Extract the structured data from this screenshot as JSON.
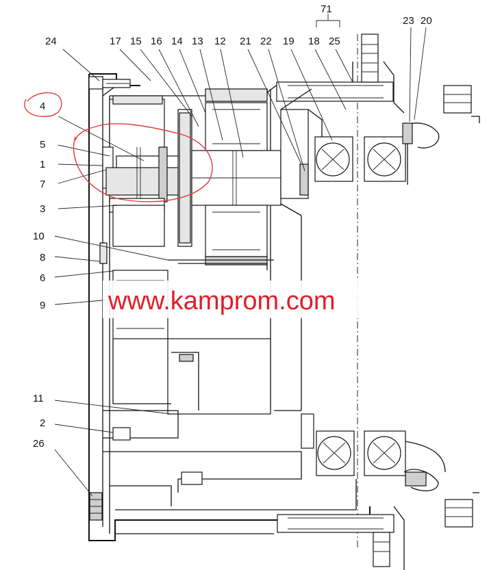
{
  "labels": {
    "l71": "71",
    "l24": "24",
    "l17": "17",
    "l15": "15",
    "l16": "16",
    "l14": "14",
    "l13": "13",
    "l12": "12",
    "l21": "21",
    "l22": "22",
    "l19": "19",
    "l18": "18",
    "l25": "25",
    "l23": "23",
    "l20": "20",
    "l4": "4",
    "l5": "5",
    "l1": "1",
    "l7": "7",
    "l3": "3",
    "l10": "10",
    "l8": "8",
    "l6": "6",
    "l9": "9",
    "l11": "11",
    "l2": "2",
    "l26": "26"
  },
  "watermark": "www.kamprom.com",
  "colors": {
    "watermark": "#e01e2a",
    "highlight": "#e03a3a",
    "line": "#111111"
  }
}
